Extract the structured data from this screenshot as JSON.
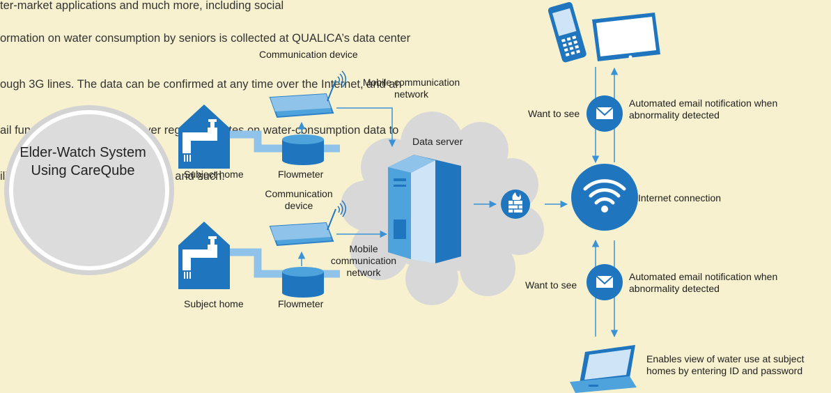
{
  "top_text": "ter-market applications and much more, including social",
  "title": {
    "line1": "Elder-Watch System",
    "line2": "Using CareQube"
  },
  "labels": {
    "comm_device_top": "Communication device",
    "mobile_network_top_1": "Mobile communication",
    "mobile_network_top_2": "network",
    "subject_home_top": "Subject home",
    "flowmeter_top": "Flowmeter",
    "comm_device_bottom_1": "Communication",
    "comm_device_bottom_2": "device",
    "mobile_network_bottom_1": "Mobile",
    "mobile_network_bottom_2": "communication",
    "mobile_network_bottom_3": "network",
    "subject_home_bottom": "Subject home",
    "flowmeter_bottom": "Flowmeter",
    "data_server": "Data server",
    "internet_connection": "Internet connection",
    "want_to_see_top": "Want to see",
    "want_to_see_bottom": "Want to see",
    "email_top_1": "Automated email notification when",
    "email_top_2": "abnormality detected",
    "email_bottom_1": "Automated email notification when",
    "email_bottom_2": "abnormality detected",
    "enables_1": "Enables view of water use at subject",
    "enables_2": "homes by entering ID and password"
  },
  "bottom_text": {
    "line1": "ormation on water consumption by seniors is collected at QUALICA’s data center",
    "line2": "ough 3G lines. The data can be confirmed at any time over the Internet, and an",
    "line3": "ail function can be set to deliver regular updates on water-consumption data to",
    "line4": "ilies, others authorized individuals and such."
  },
  "colors": {
    "background": "#f8f1cf",
    "blue": "#1f76bf",
    "light_blue": "#4ea3dc",
    "pale_blue": "#8fc3ea",
    "circle_gray": "#d4d4d4",
    "cloud": "#d9d9d9"
  },
  "icons": [
    "house-icon",
    "flowmeter-icon",
    "communication-device-icon",
    "wireless-signal-icon",
    "server-icon",
    "cloud-icon",
    "firewall-icon",
    "wifi-icon",
    "email-icon",
    "smartphone-icon",
    "tablet-icon",
    "laptop-icon"
  ]
}
